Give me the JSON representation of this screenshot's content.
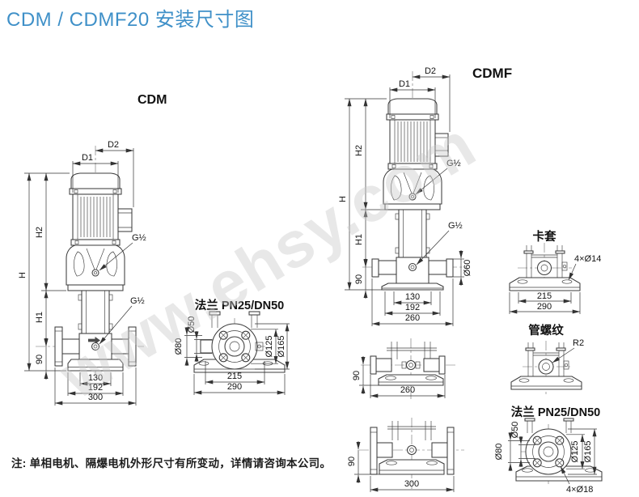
{
  "title": "CDM / CDMF20 安装尺寸图",
  "watermark": "www.ehsy.com",
  "note": "注: 单相电机、隔爆电机外形尺寸有所变动，详情请咨询本公司。",
  "colors": {
    "title_blue": "#3f90c8",
    "line": "#3d3d3d",
    "watermark_gray": "#c9c9c9"
  },
  "cdm": {
    "label": "CDM",
    "d1": "D1",
    "d2": "D2",
    "h": "H",
    "h1": "H1",
    "h2": "H2",
    "n90": "90",
    "g_top": "G½",
    "g_bottom": "G½",
    "n130": "130",
    "n192": "192",
    "n300": "300"
  },
  "flange_left": {
    "label": "法兰 PN25/DN50",
    "d50": "Ø50",
    "d80": "Ø80",
    "d125": "Ø125",
    "d165": "Ø165",
    "n215": "215",
    "n290": "290"
  },
  "cdmf": {
    "label": "CDMF",
    "d1": "D1",
    "d2": "D2",
    "h": "H",
    "h1": "H1",
    "h2": "H2",
    "n90": "90",
    "g_top": "G½",
    "g_bottom": "G½",
    "d60": "Ø60",
    "n130": "130",
    "n192": "192",
    "n260": "260"
  },
  "cdmf_base_clamp": {
    "n90": "90",
    "n260": "260"
  },
  "cdmf_base_flange": {
    "n90": "90",
    "n300": "300"
  },
  "clamp_view": {
    "label": "卡套",
    "holes": "4×Ø14",
    "n215": "215",
    "n290": "290"
  },
  "thread_view": {
    "label": "管螺纹",
    "r2": "R2"
  },
  "flange_right": {
    "label": "法兰 PN25/DN50",
    "d50": "Ø50",
    "d80": "Ø80",
    "d125": "Ø125",
    "d165": "Ø165",
    "holes": "4×Ø18"
  }
}
